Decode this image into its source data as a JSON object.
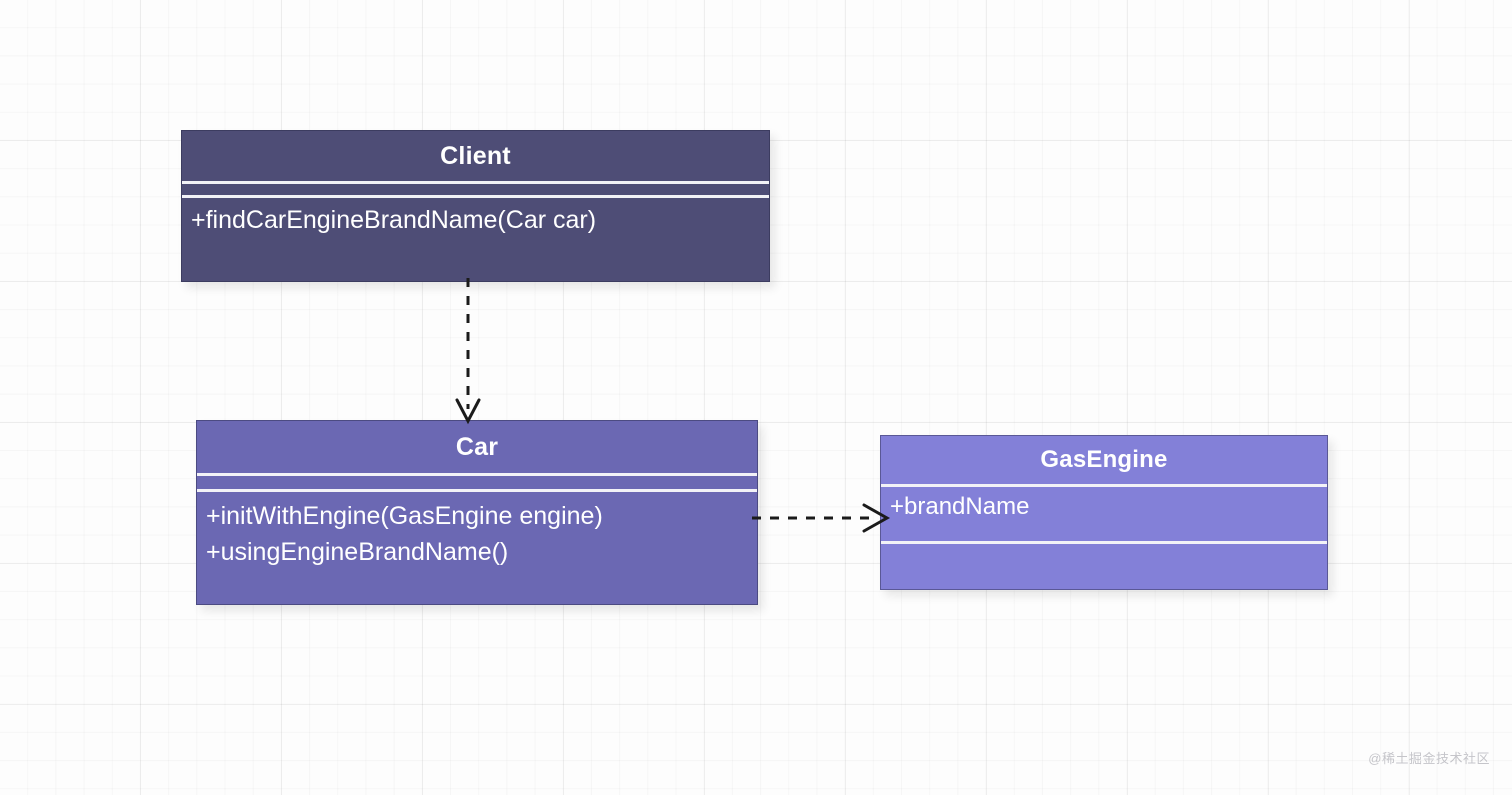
{
  "diagram": {
    "type": "uml-class-diagram",
    "background": "#fdfdfd",
    "grid": true,
    "classes": [
      {
        "id": "client",
        "name": "Client",
        "fill": "#4e4d76",
        "text_color": "#ffffff",
        "attributes": [],
        "operations": [
          "+findCarEngineBrandName(Car car)"
        ]
      },
      {
        "id": "car",
        "name": "Car",
        "fill": "#6b68b3",
        "text_color": "#ffffff",
        "attributes": [],
        "operations": [
          "+initWithEngine(GasEngine engine)",
          "+usingEngineBrandName()"
        ]
      },
      {
        "id": "gasengine",
        "name": "GasEngine",
        "fill": "#8380d8",
        "text_color": "#ffffff",
        "attributes": [
          "+brandName"
        ],
        "operations": []
      }
    ],
    "edges": [
      {
        "id": "client-to-car",
        "from": "Client",
        "to": "Car",
        "relation": "dependency",
        "line_style": "dashed",
        "arrow_head": "open",
        "direction": "down",
        "color": "#1b1b1b"
      },
      {
        "id": "car-to-gasengine",
        "from": "Car",
        "to": "GasEngine",
        "relation": "dependency",
        "line_style": "dashed",
        "arrow_head": "open",
        "direction": "right",
        "color": "#1b1b1b"
      }
    ]
  },
  "watermark": {
    "text": "@稀土掘金技术社区"
  }
}
